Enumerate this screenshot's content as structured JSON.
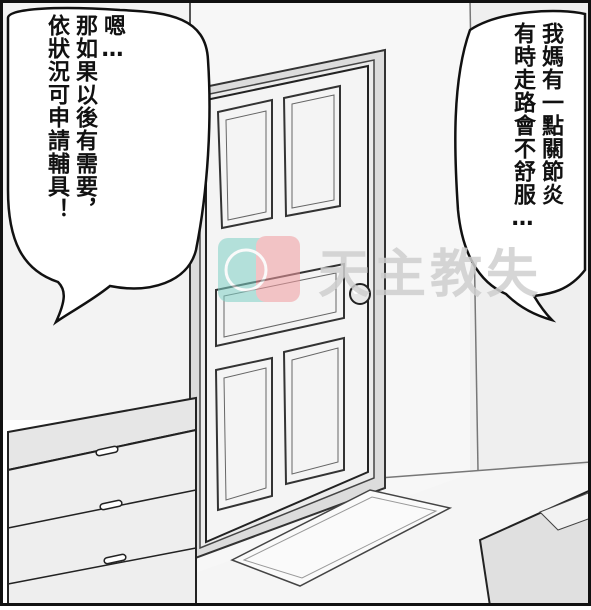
{
  "left_bubble": {
    "lines": [
      "嗯…",
      "那如果以後有需要，",
      "依狀況可申請輔具！"
    ]
  },
  "right_bubble": {
    "lines": [
      "我媽有一點關節炎",
      "有時走路會不舒服…"
    ]
  },
  "watermark": {
    "text": "天主教失"
  }
}
